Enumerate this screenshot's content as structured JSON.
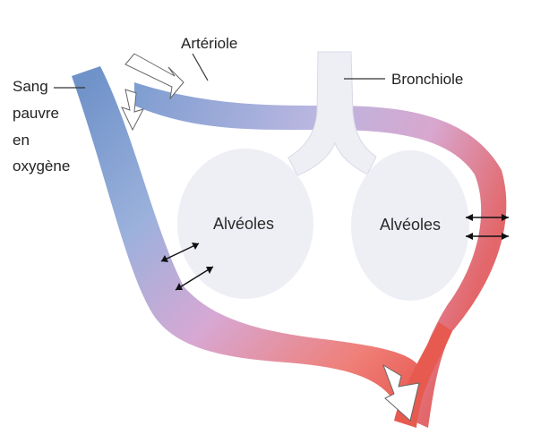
{
  "labels": {
    "blood": [
      "Sang",
      "pauvre",
      "en",
      "oxygène"
    ],
    "arteriole": "Artériole",
    "bronchiole": "Bronchiole",
    "alveoles_left": "Alvéoles",
    "alveoles_right": "Alvéoles"
  },
  "colors": {
    "deoxygenated": "#7f9fcf",
    "mixed": "#cfa6cf",
    "oxygenated": "#e8584f",
    "airway": "#eeeef5",
    "flow_arrow": "#ffffff"
  },
  "icons": {
    "flow": "arrow-icon",
    "gas_exchange": "double-arrow-icon"
  }
}
